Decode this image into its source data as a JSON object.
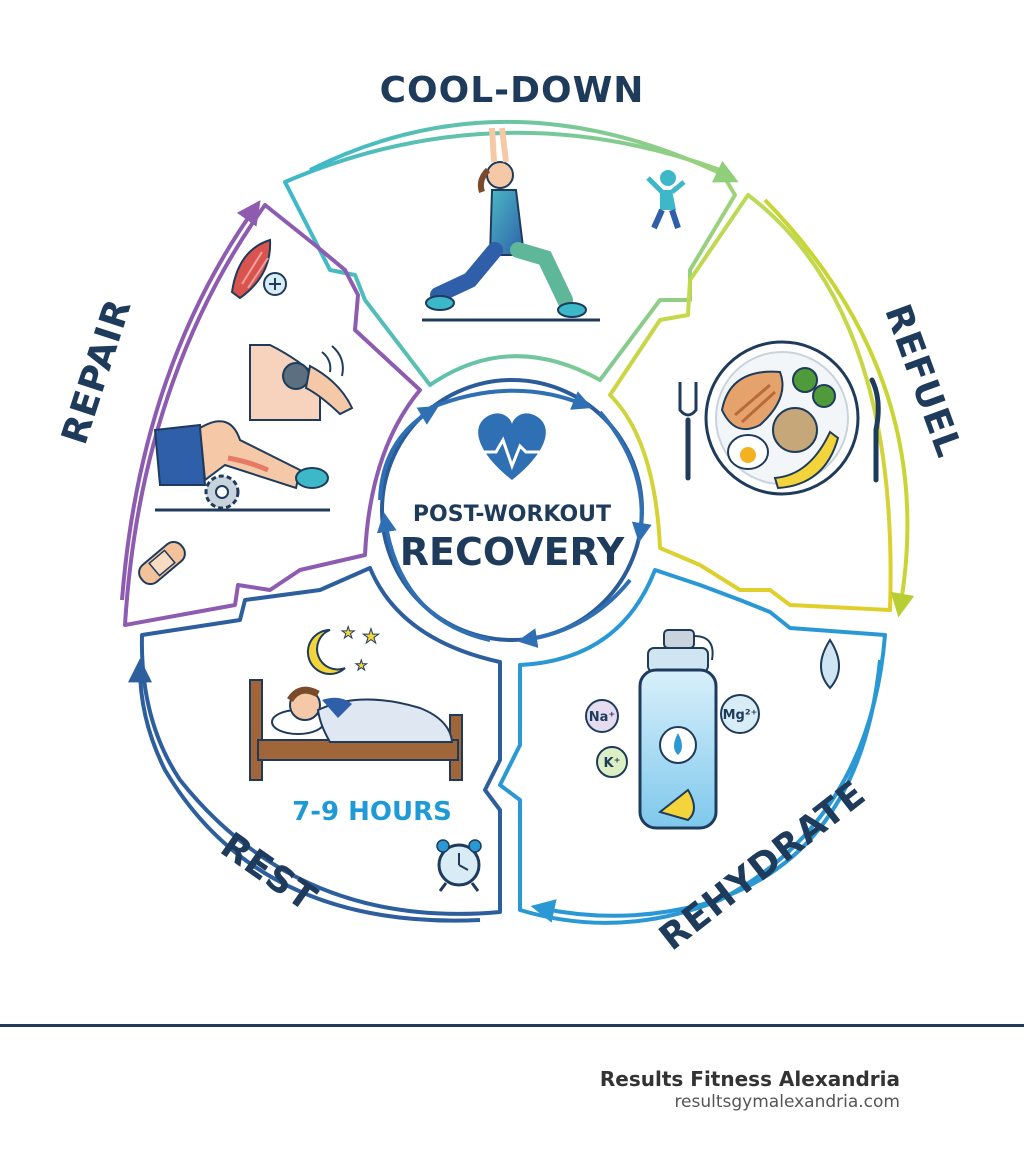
{
  "diagram": {
    "center": {
      "line1": "POST-WORKOUT",
      "line2": "RECOVERY"
    },
    "segments": {
      "cooldown": "COOL-DOWN",
      "refuel": "REFUEL",
      "rehydrate": "REHYDRATE",
      "rest": "REST",
      "repair": "REPAIR"
    },
    "rest_hours": "7-9 HOURS",
    "ions": {
      "na": "Na⁺",
      "mg": "Mg²⁺",
      "k": "K⁺"
    }
  },
  "footer": {
    "title": "Results Fitness Alexandria",
    "url": "resultsgymalexandria.com"
  },
  "colors": {
    "navy": "#1f3b5c",
    "teal": "#3db8c9",
    "green": "#8fcf7a",
    "yellow": "#d8d93a",
    "blue": "#2a98d4",
    "purple": "#8d5bb0",
    "rest_blue": "#2d5e9e"
  }
}
